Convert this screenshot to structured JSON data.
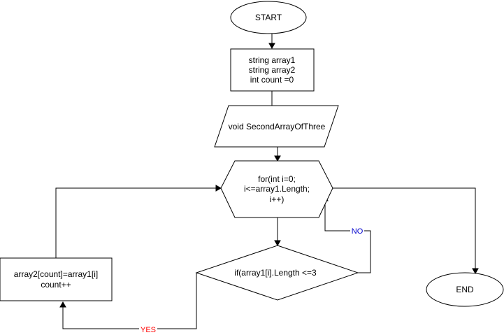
{
  "diagram": {
    "nodes": {
      "start": {
        "shape": "ellipse",
        "lines": [
          "START"
        ]
      },
      "declarations": {
        "shape": "rectangle",
        "lines": [
          "string array1",
          "string array2",
          "int count =0"
        ]
      },
      "method": {
        "shape": "parallelogram",
        "lines": [
          "void SecondArrayOfThree"
        ]
      },
      "loop": {
        "shape": "hexagon",
        "lines": [
          "for(int i=0;",
          "i<=array1.Length;",
          "i++)"
        ]
      },
      "condition": {
        "shape": "rhombus",
        "lines": [
          "if(array1[i].Length <=3"
        ]
      },
      "assign": {
        "shape": "rectangle",
        "lines": [
          "array2[count]=array1[i]",
          "count++"
        ]
      },
      "end": {
        "shape": "ellipse",
        "lines": [
          "END"
        ]
      }
    },
    "edges": [
      {
        "from": "start",
        "to": "declarations",
        "label": ""
      },
      {
        "from": "declarations",
        "to": "method",
        "label": ""
      },
      {
        "from": "method",
        "to": "loop",
        "label": ""
      },
      {
        "from": "loop",
        "to": "condition",
        "label": ""
      },
      {
        "from": "condition",
        "to": "loop",
        "label": "NO"
      },
      {
        "from": "condition",
        "to": "assign",
        "label": "YES"
      },
      {
        "from": "assign",
        "to": "loop",
        "label": ""
      },
      {
        "from": "loop",
        "to": "end",
        "label": ""
      }
    ],
    "colors": {
      "stroke": "#000000",
      "fill": "#ffffff",
      "text": "#000000",
      "label_yes": "#ff0000",
      "label_no": "#0000cc"
    }
  }
}
